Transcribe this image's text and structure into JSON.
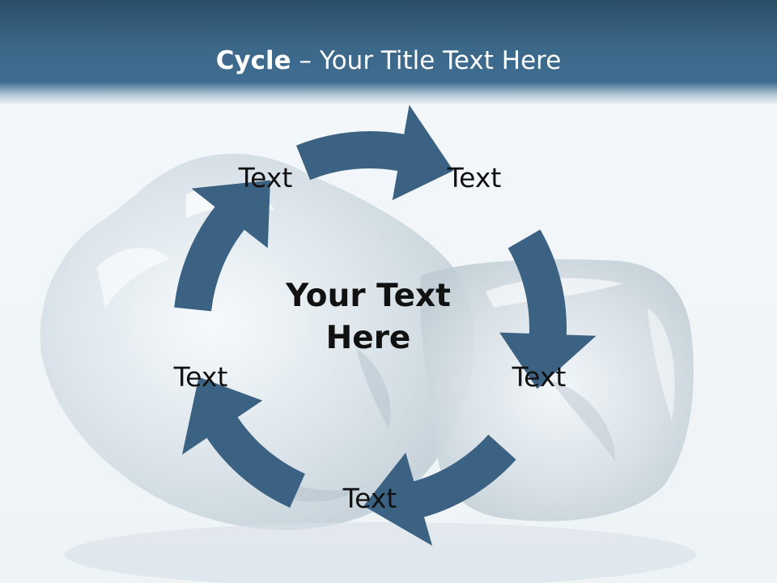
{
  "slide": {
    "title_bold": "Cycle",
    "title_rest": " – Your Title Text Here",
    "center_text": "Your Text Here"
  },
  "cycle": {
    "labels": [
      "Text",
      "Text",
      "Text",
      "Text",
      "Text"
    ],
    "arrow_color": "#3b6282"
  },
  "theme": {
    "header_color": "#3b6789",
    "background_color": "#f3f8fb"
  }
}
